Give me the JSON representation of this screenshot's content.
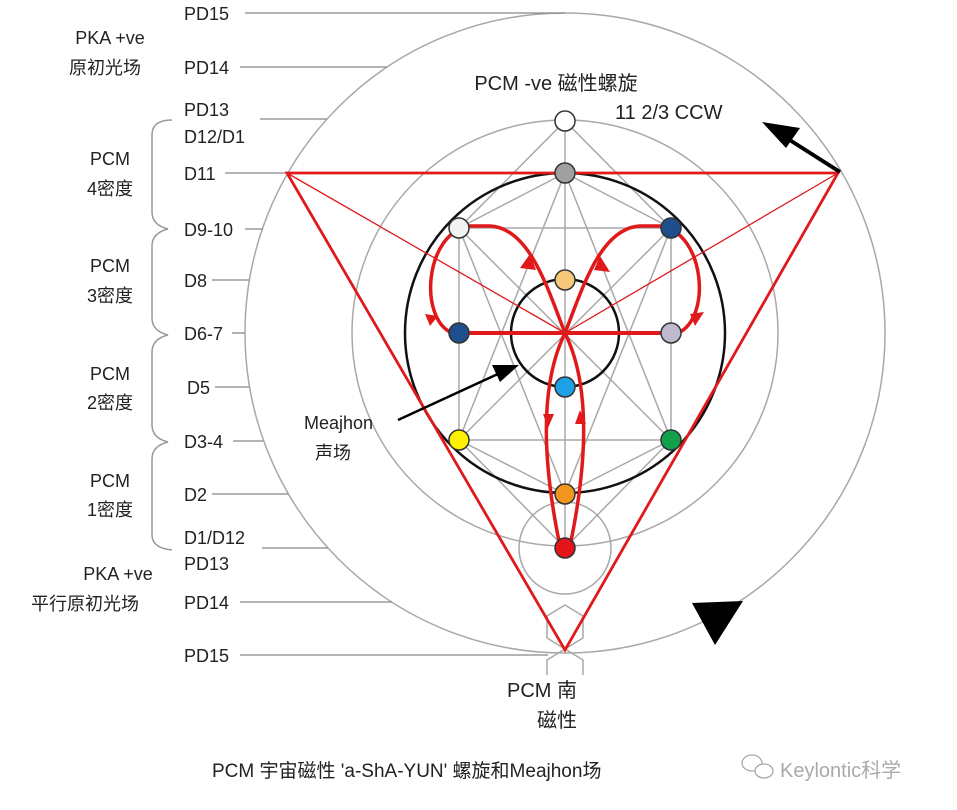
{
  "level_labels": [
    "PD15",
    "PD14",
    "PD13",
    "D12/D1",
    "D11",
    "D9-10",
    "D8",
    "D6-7",
    "D5",
    "D3-4",
    "D2",
    "D1/D12",
    "PD13",
    "PD14",
    "PD15"
  ],
  "groups": [
    {
      "line1": "PKA +ve",
      "line2": "原初光场"
    },
    {
      "line1": "PCM",
      "line2": "4密度"
    },
    {
      "line1": "PCM",
      "line2": "3密度"
    },
    {
      "line1": "PCM",
      "line2": "2密度"
    },
    {
      "line1": "PCM",
      "line2": "1密度"
    },
    {
      "line1": "PKA +ve",
      "line2": "平行原初光场"
    }
  ],
  "top_label": "PCM -ve 磁性螺旋",
  "rotation_label": "11 2/3 CCW",
  "meajhon_label": {
    "line1": "Meajhon",
    "line2": "声场"
  },
  "south_label": {
    "line1": "PCM 南",
    "line2": "磁性"
  },
  "caption": "PCM 宇宙磁性 'a-ShA-YUN' 螺旋和Meajhon场",
  "watermark": "Keylontic科学",
  "node_colors": {
    "top": "#ffffff",
    "upper": "#a0a0a0",
    "upper_left": "#f2f2f2",
    "upper_right": "#1f4e8c",
    "inner_top": "#f7c77a",
    "mid_left": "#1f4e8c",
    "mid_right": "#c0b8cc",
    "inner_bottom": "#1ea0e6",
    "lower_left": "#fff200",
    "lower_right": "#12a04a",
    "bottom": "#f2951c",
    "base": "#e3141b"
  },
  "accent": "#e0191b"
}
